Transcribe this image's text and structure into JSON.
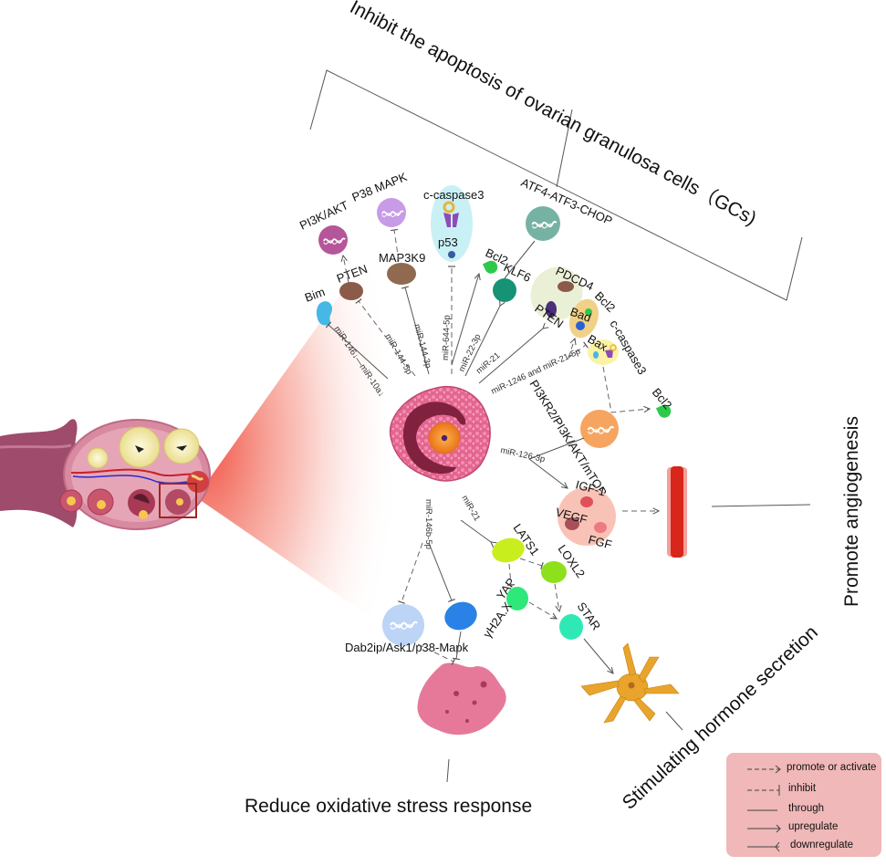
{
  "title": "Inhibit the apoptosis of ovarian granulosa cells（GCs)",
  "outcomes": {
    "angiogenesis": "Promote angiogenesis",
    "hormone": "Stimulating hormone secretion",
    "oxidative": "Reduce oxidative stress response"
  },
  "pathways": {
    "pi3k_akt": "PI3K/AKT",
    "p38_mapk": "P38 MAPK",
    "atf4": "ATF4-ATF3-CHOP",
    "pi3kr2": "PI3KR2/PI3K/AKT/mTOR",
    "dab2ip": "Dab2ip/Ask1/p38-Mapk"
  },
  "proteins": {
    "bim": "Bim",
    "pten1": "PTEN",
    "map3k9": "MAP3K9",
    "c_caspase3_top": "c-caspase3",
    "p53": "p53",
    "bcl2_a": "Bcl2",
    "klf6": "KLF6",
    "pdcd4": "PDCD4",
    "pten2": "PTEN",
    "bcl2_b": "Bcl2",
    "bad": "Bad",
    "bax": "Bax",
    "c_caspase3_right": "c-caspase3",
    "bcl2_c": "Bcl2",
    "igf1": "IGF-1",
    "vegf": "VEGF",
    "fgf": "FGF",
    "lats1": "LATS1",
    "loxl2": "LOXL2",
    "yap": "YAP",
    "star": "STAR",
    "yh2ax": "γH2A.X"
  },
  "mirnas": {
    "m1": "miR-146↓—miR-10a↓",
    "m2": "miR-144-5p",
    "m3": "miR-144-3p",
    "m4": "miR-644-5p",
    "m5": "miR-22-3p",
    "m6": "miR-21",
    "m7": "miR-1246 and miR-21-5p",
    "m8": "miR-126-3p",
    "m9": "miR-21",
    "m10": "miR-146b-5p"
  },
  "legend": {
    "items": [
      {
        "symbol": "dashed-arrow",
        "label": "promote or activate"
      },
      {
        "symbol": "dashed-bar",
        "label": "inhibit"
      },
      {
        "symbol": "solid-line",
        "label": "through"
      },
      {
        "symbol": "solid-arrow",
        "label": "upregulate"
      },
      {
        "symbol": "solid-fork",
        "label": "downregulate"
      }
    ]
  },
  "colors": {
    "legend_bg": "#f0b8b8",
    "pi3k_akt": "#b5569a",
    "p38_mapk": "#c79be6",
    "atf4": "#76b2a4",
    "pi3kr2": "#f6a560",
    "dab2ip": "#bcd4f6",
    "bim": "#45b8e6",
    "pten": "#8c5a48",
    "map3k9": "#8f6a50",
    "caspase_bg": "#c9f1f5",
    "bcl2": "#2ec94b",
    "klf6": "#169275",
    "pdcd4_bg": "#eaf0d6",
    "bad_bg": "#f1d188",
    "bax_bg": "#fbf2a6",
    "igf_bg": "#f8c3b6",
    "lats1": "#c8ee1e",
    "loxl2": "#8ee01c",
    "yap": "#2ee87a",
    "star": "#2fe9b5",
    "yh2ax": "#2a82e6",
    "vessel": "#d8261a",
    "neuron": "#e8a42c",
    "cell_outer": "#e25a8a",
    "cell_dark": "#7a1d3a",
    "oocyte": "#f4902c"
  }
}
